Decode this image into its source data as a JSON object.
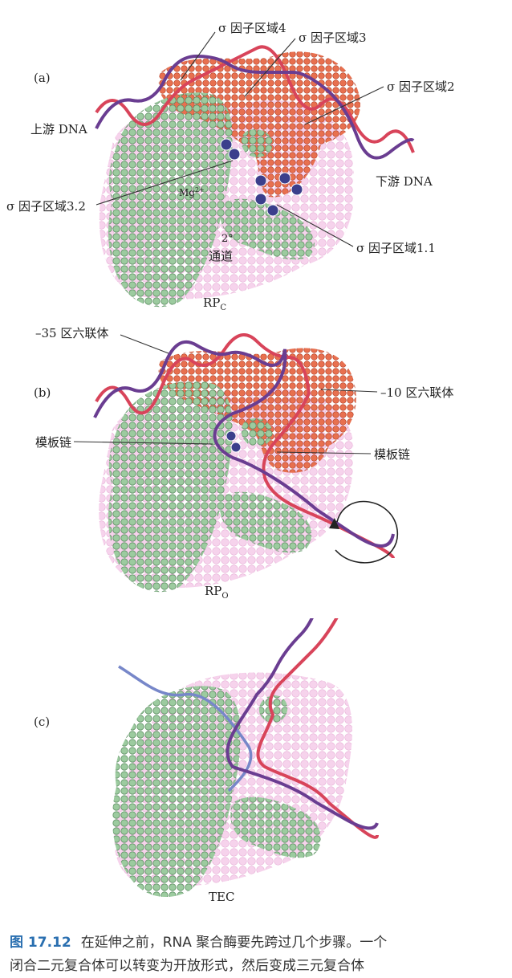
{
  "panel_a": {
    "tag": "(a)",
    "labels": {
      "sigma4": "σ 因子区域4",
      "sigma3": "σ 因子区域3",
      "sigma2": "σ 因子区域2",
      "upstream": "上游 DNA",
      "downstream": "下游 DNA",
      "sigma32": "σ 因子区域3.2",
      "mg": "Mg",
      "mg_sup": "2+",
      "channel_deg": "2°",
      "channel": "通道",
      "sigma11": "σ 因子区域1.1",
      "rp": "RP",
      "rp_sub": "C"
    }
  },
  "panel_b": {
    "tag": "(b)",
    "labels": {
      "minus35": "–35 区六联体",
      "minus10": "–10 区六联体",
      "template_left": "模板链",
      "template_right": "模板链",
      "rp": "RP",
      "rp_sub": "O"
    }
  },
  "panel_c": {
    "tag": "(c)",
    "labels": {
      "tec": "TEC"
    }
  },
  "caption": {
    "figure_no": "图 17.12",
    "line1": "在延伸之前，RNA 聚合酶要先跨过几个步骤。一个",
    "line2": "闭合二元复合体可以转变为开放形式，然后变成三元复合体"
  },
  "colors": {
    "protein_green": "#7fb085",
    "protein_pink": "#f2c6e4",
    "sigma_orange": "#d9573a",
    "dna_purple": "#6a3d91",
    "dna_red": "#d8445a",
    "rna_blue": "#7787c9",
    "ion_blue": "#3b3f8c"
  }
}
